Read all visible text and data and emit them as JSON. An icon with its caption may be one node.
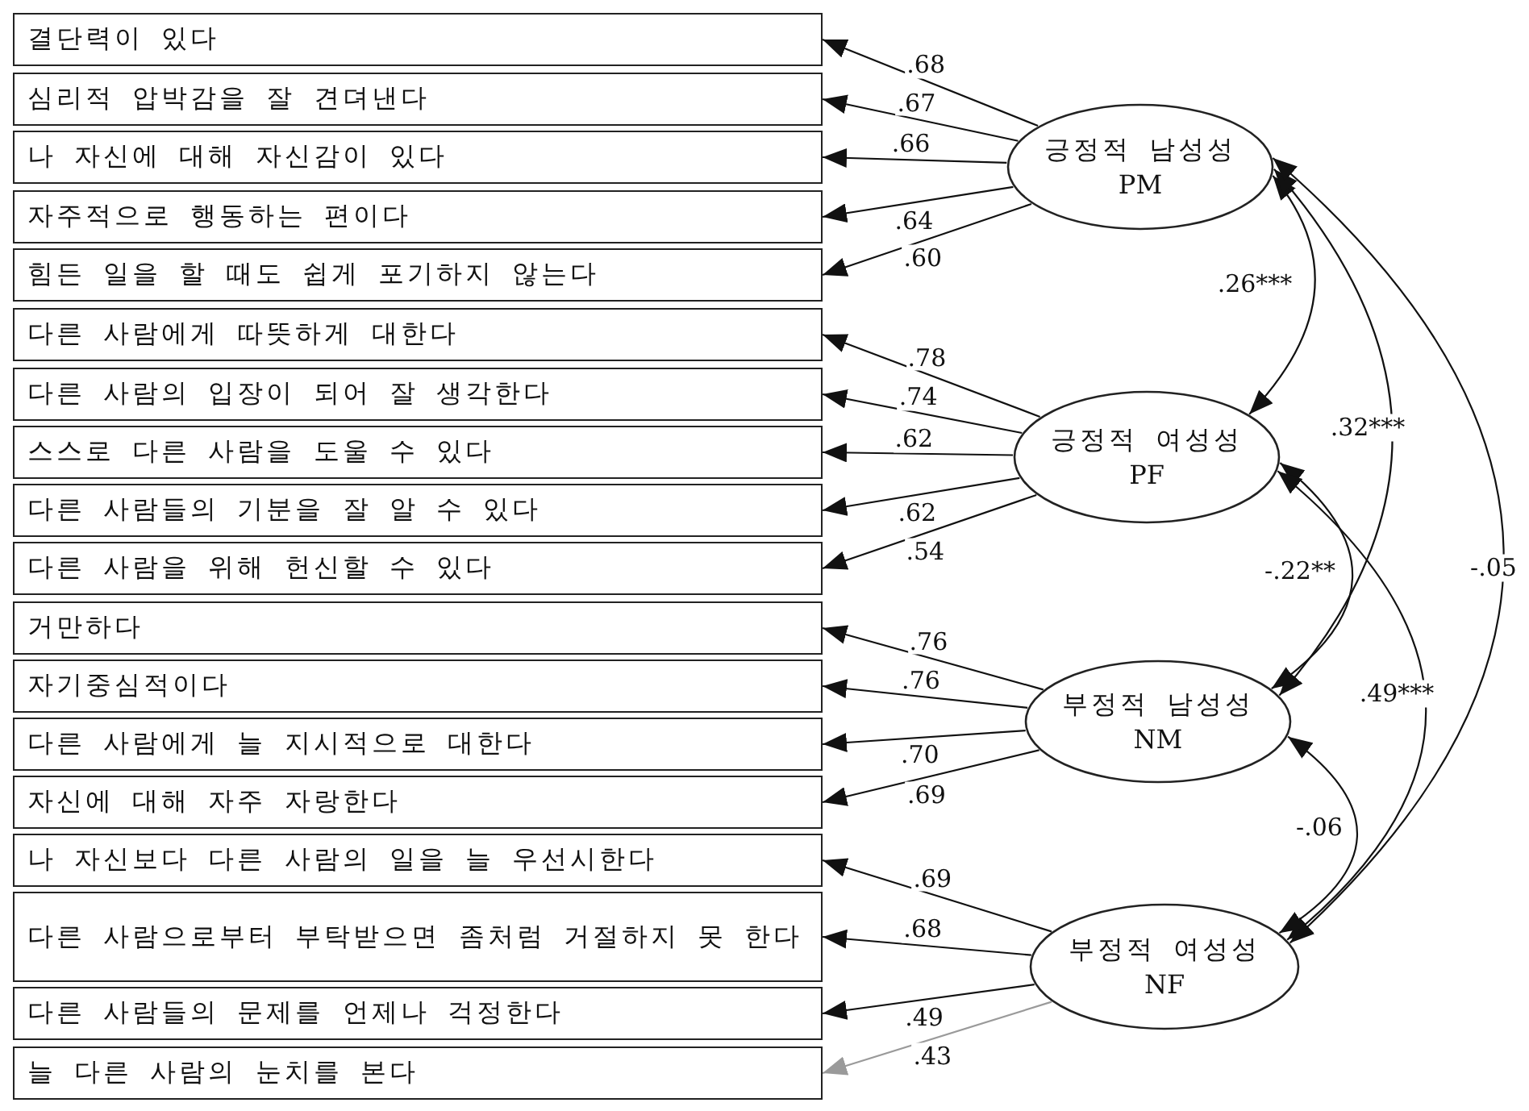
{
  "diagram": {
    "nodes": [
      {
        "text": [
          "결단력이 있다"
        ]
      },
      {
        "text": [
          "심리적 압박감을 잘 견뎌낸다"
        ]
      },
      {
        "text": [
          "나 자신에 대해 자신감이 있다"
        ]
      },
      {
        "text": [
          "자주적으로 행동하는 편이다"
        ]
      },
      {
        "text": [
          "힘든 일을 할 때도 쉽게 포기하지 않는다"
        ]
      },
      {
        "text": [
          "다른 사람에게 따뜻하게 대한다"
        ]
      },
      {
        "text": [
          "다른 사람의 입장이 되어 잘 생각한다"
        ]
      },
      {
        "text": [
          "스스로 다른 사람을 도울 수 있다"
        ]
      },
      {
        "text": [
          "다른 사람들의 기분을 잘 알 수 있다"
        ]
      },
      {
        "text": [
          "다른 사람을 위해 헌신할 수 있다"
        ]
      },
      {
        "text": [
          "거만하다"
        ]
      },
      {
        "text": [
          "자기중심적이다"
        ]
      },
      {
        "text": [
          "다른 사람에게 늘 지시적으로 대한다"
        ]
      },
      {
        "text": [
          "자신에 대해 자주 자랑한다"
        ]
      },
      {
        "text": [
          "나 자신보다 다른 사람의 일을 늘 우선시한다"
        ]
      },
      {
        "text": [
          "다른 사람으로부터 부탁받으면 좀처럼 거절하지 못 한다"
        ]
      },
      {
        "text": [
          "다른 사람들의 문제를 언제나 걱정한다"
        ]
      },
      {
        "text": [
          "늘 다른 사람의 눈치를 본다"
        ]
      },
      {
        "text": [
          "긍정적 남성성",
          "PM"
        ]
      },
      {
        "text": [
          "긍정적 여성성",
          "PF"
        ]
      },
      {
        "text": [
          "부정적 남성성",
          "NM"
        ]
      },
      {
        "text": [
          "부정적 여성성",
          "NF"
        ]
      }
    ],
    "edges": [
      {
        "from": 18,
        "to": 0,
        "arrow": "to",
        "label": ".68"
      },
      {
        "from": 18,
        "to": 1,
        "arrow": "to",
        "label": ".67"
      },
      {
        "from": 18,
        "to": 2,
        "arrow": "to",
        "label": ".66"
      },
      {
        "from": 18,
        "to": 3,
        "arrow": "to",
        "label": ".64"
      },
      {
        "from": 18,
        "to": 4,
        "arrow": "to",
        "label": ".60"
      },
      {
        "from": 19,
        "to": 5,
        "arrow": "to",
        "label": ".78"
      },
      {
        "from": 19,
        "to": 6,
        "arrow": "to",
        "label": ".74"
      },
      {
        "from": 19,
        "to": 7,
        "arrow": "to",
        "label": ".62"
      },
      {
        "from": 19,
        "to": 8,
        "arrow": "to",
        "label": ".62"
      },
      {
        "from": 19,
        "to": 9,
        "arrow": "to",
        "label": ".54"
      },
      {
        "from": 20,
        "to": 10,
        "arrow": "to",
        "label": ".76"
      },
      {
        "from": 20,
        "to": 11,
        "arrow": "to",
        "label": ".76"
      },
      {
        "from": 20,
        "to": 12,
        "arrow": "to",
        "label": ".70"
      },
      {
        "from": 20,
        "to": 13,
        "arrow": "to",
        "label": ".69"
      },
      {
        "from": 21,
        "to": 14,
        "arrow": "to",
        "label": ".69"
      },
      {
        "from": 21,
        "to": 15,
        "arrow": "to",
        "label": ".68"
      },
      {
        "from": 21,
        "to": 16,
        "arrow": "to",
        "label": ".49"
      },
      {
        "from": 21,
        "to": 17,
        "arrow": "to",
        "label": ".43",
        "color": "#9a9a9a"
      },
      {
        "from": 18,
        "to": 19,
        "arrow": "both",
        "label": ".26***"
      },
      {
        "from": 18,
        "to": 20,
        "arrow": "both",
        "label": ".32***"
      },
      {
        "from": 18,
        "to": 21,
        "arrow": "both",
        "label": "-.05"
      },
      {
        "from": 19,
        "to": 20,
        "arrow": "both",
        "label": "-.22**"
      },
      {
        "from": 19,
        "to": 21,
        "arrow": "both",
        "label": ".49***"
      },
      {
        "from": 20,
        "to": 21,
        "arrow": "both",
        "label": "-.06"
      }
    ]
  }
}
